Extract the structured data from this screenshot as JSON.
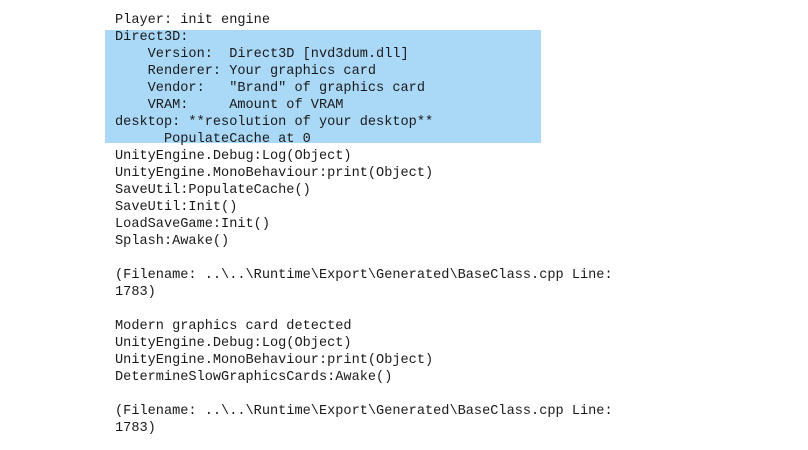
{
  "log": {
    "selection_color": "#aad8f7",
    "lines": [
      "Player: init engine",
      "Direct3D:",
      "    Version:  Direct3D [nvd3dum.dll]",
      "    Renderer: Your graphics card",
      "    Vendor:   \"Brand\" of graphics card",
      "    VRAM:     Amount of VRAM",
      "desktop: **resolution of your desktop**",
      "      PopulateCache at 0",
      "UnityEngine.Debug:Log(Object)",
      "UnityEngine.MonoBehaviour:print(Object)",
      "SaveUtil:PopulateCache()",
      "SaveUtil:Init()",
      "LoadSaveGame:Init()",
      "Splash:Awake()",
      "",
      "(Filename: ..\\..\\Runtime\\Export\\Generated\\BaseClass.cpp Line:",
      "1783)",
      "",
      "Modern graphics card detected",
      "UnityEngine.Debug:Log(Object)",
      "UnityEngine.MonoBehaviour:print(Object)",
      "DetermineSlowGraphicsCards:Awake()",
      "",
      "(Filename: ..\\..\\Runtime\\Export\\Generated\\BaseClass.cpp Line:",
      "1783)"
    ]
  }
}
